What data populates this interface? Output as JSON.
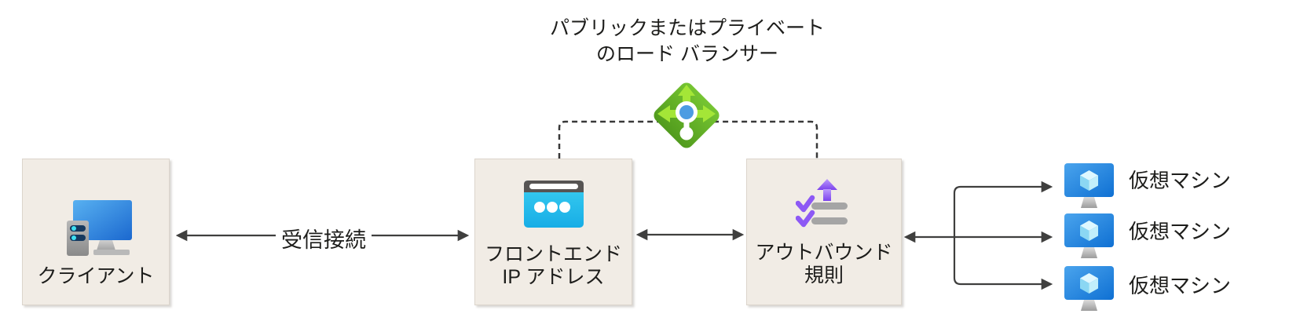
{
  "diagram": {
    "title": {
      "line1": "パブリックまたはプライベート",
      "line2": "のロード バランサー"
    },
    "load_balancer": {
      "icon": "load-balancer-icon"
    },
    "nodes": {
      "client": {
        "label": "クライアント",
        "icon": "client-computer-icon"
      },
      "frontend": {
        "label_line1": "フロントエンド",
        "label_line2": "IP アドレス",
        "icon": "browser-window-icon"
      },
      "outbound": {
        "label_line1": "アウトバウンド",
        "label_line2": "規則",
        "icon": "outbound-rules-icon"
      }
    },
    "vms": [
      {
        "label": "仮想マシン",
        "icon": "virtual-machine-icon"
      },
      {
        "label": "仮想マシン",
        "icon": "virtual-machine-icon"
      },
      {
        "label": "仮想マシン",
        "icon": "virtual-machine-icon"
      }
    ],
    "edges": {
      "inbound_label": "受信接続"
    },
    "colors": {
      "box_fill": "#F1ECE5",
      "arrow": "#3F3F3E",
      "dashed_line": "#383838",
      "lb_green": "#68B92B",
      "lb_arrow_green": "#A4E637",
      "lb_dot_blue": "#4C9CE2",
      "browser_cyan": "#2EC4EE",
      "rules_purple": "#8D59F5",
      "monitor_blue": "#2E86DD",
      "cube_light_blue": "#C2EFFB"
    }
  }
}
